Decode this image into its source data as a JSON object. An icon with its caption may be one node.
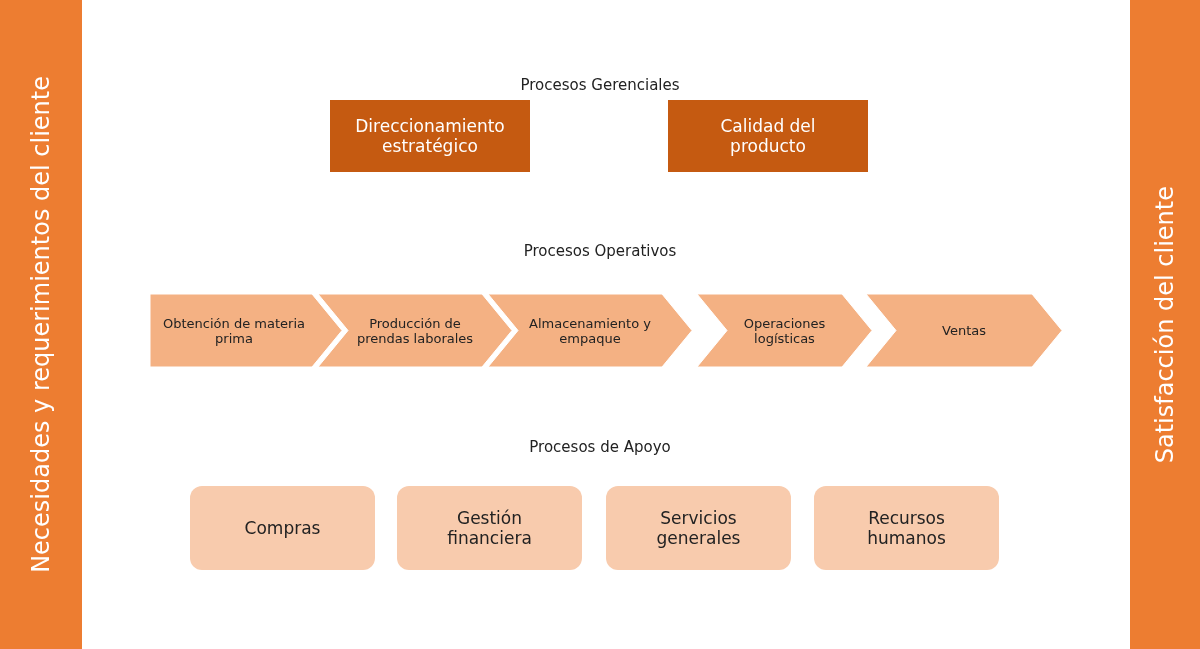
{
  "diagram": {
    "nodes": [
      {
        "text": [
          "Necesidades y requerimientos del cliente"
        ]
      },
      {
        "text": [
          "Direccionamiento estratégico"
        ]
      },
      {
        "text": [
          "Calidad del producto"
        ]
      },
      {
        "text": [
          "Obtención de materia prima"
        ]
      },
      {
        "text": [
          "Producción de prendas laborales"
        ]
      },
      {
        "text": [
          "Almacenamiento y empaque"
        ]
      },
      {
        "text": [
          "Operaciones logísticas"
        ]
      },
      {
        "text": [
          "Ventas"
        ]
      },
      {
        "text": [
          "Compras"
        ]
      },
      {
        "text": [
          "Gestión financiera"
        ]
      },
      {
        "text": [
          "Servicios generales"
        ]
      },
      {
        "text": [
          "Recursos humanos"
        ]
      },
      {
        "text": [
          "Satisfacción del cliente"
        ]
      }
    ],
    "labels": [
      "Procesos Gerenciales",
      "Procesos Operativos",
      "Procesos de Apoyo"
    ]
  }
}
